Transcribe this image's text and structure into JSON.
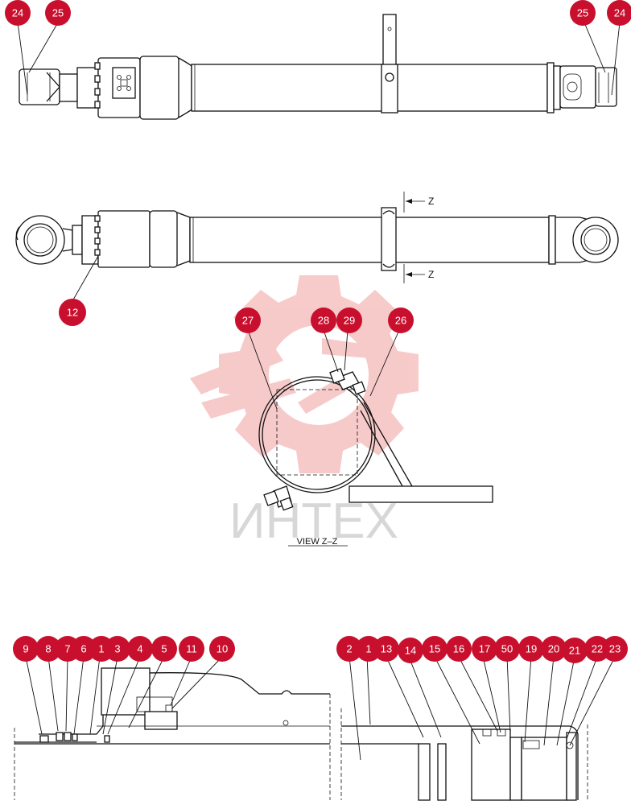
{
  "diagram": {
    "title": "",
    "view_label": "VIEW  Z–Z",
    "section_marker": "Z",
    "watermark": "ИНТЕХ",
    "callout_color": "#c8102e",
    "watermark_color": "#f2a0a0"
  },
  "callouts": {
    "c24a": "24",
    "c25a": "25",
    "c25b": "25",
    "c24b": "24",
    "c12": "12",
    "c27": "27",
    "c28": "28",
    "c29": "29",
    "c26": "26",
    "c9": "9",
    "c8": "8",
    "c7": "7",
    "c6": "6",
    "c1a": "1",
    "c3": "3",
    "c4": "4",
    "c5": "5",
    "c11": "11",
    "c10": "10",
    "c2": "2",
    "c1b": "1",
    "c13": "13",
    "c14": "14",
    "c15": "15",
    "c16": "16",
    "c17": "17",
    "c50": "50",
    "c19": "19",
    "c20": "20",
    "c21": "21",
    "c22": "22",
    "c23": "23"
  }
}
